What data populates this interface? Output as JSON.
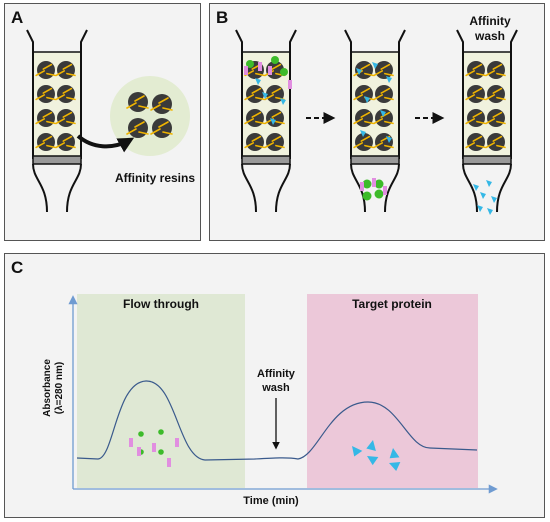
{
  "panels": {
    "a": {
      "letter": "A",
      "label": "Affinity resins"
    },
    "b": {
      "letter": "B",
      "wash_label_line1": "Affinity",
      "wash_label_line2": "wash"
    },
    "c": {
      "letter": "C",
      "region_left": "Flow through",
      "region_right": "Target protein",
      "annotation_line1": "Affinity",
      "annotation_line2": "wash",
      "y_label_line1": "Absorbance",
      "y_label_line2": "(λ=280 nm)",
      "x_label": "Time (min)"
    }
  },
  "colors": {
    "flow_region": "#dfe8d4",
    "target_region": "#ecc8d9",
    "trace": "#3a5a8c",
    "resin": "#3a3a3a",
    "ligand": "#f0b400",
    "green_protein": "#3dbb2a",
    "pink_protein": "#e18ee0",
    "cyan_protein": "#35b8e6",
    "column_fill": "#f0f2de",
    "axis": "#6f9bd1"
  }
}
